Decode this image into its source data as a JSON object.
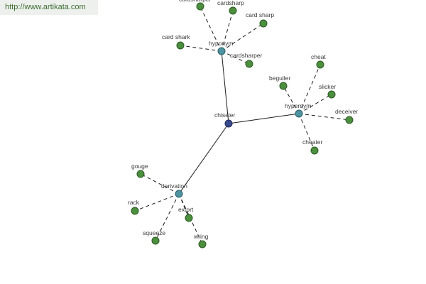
{
  "source_url": "http://www.artikata.com",
  "graph": {
    "center": {
      "id": "chiseler",
      "label": "chiseler"
    },
    "relations": [
      {
        "id": "hyponym",
        "label": "hyponym",
        "terms": [
          {
            "id": "cardsharper_top",
            "label": "cardsharper"
          },
          {
            "id": "cardsharp",
            "label": "cardsharp"
          },
          {
            "id": "card_sharp",
            "label": "card sharp"
          },
          {
            "id": "card_shark",
            "label": "card shark"
          },
          {
            "id": "cardsharper",
            "label": "cardsharper"
          }
        ]
      },
      {
        "id": "hypernym",
        "label": "hypernym",
        "terms": [
          {
            "id": "beguiler",
            "label": "beguiler"
          },
          {
            "id": "cheat",
            "label": "cheat"
          },
          {
            "id": "slicker",
            "label": "slicker"
          },
          {
            "id": "deceiver",
            "label": "deceiver"
          },
          {
            "id": "cheater",
            "label": "cheater"
          }
        ]
      },
      {
        "id": "derivation",
        "label": "derivation",
        "terms": [
          {
            "id": "gouge",
            "label": "gouge"
          },
          {
            "id": "rack",
            "label": "rack"
          },
          {
            "id": "extort",
            "label": "extort"
          },
          {
            "id": "squeeze",
            "label": "squeeze"
          },
          {
            "id": "wring",
            "label": "wring"
          }
        ]
      }
    ]
  }
}
